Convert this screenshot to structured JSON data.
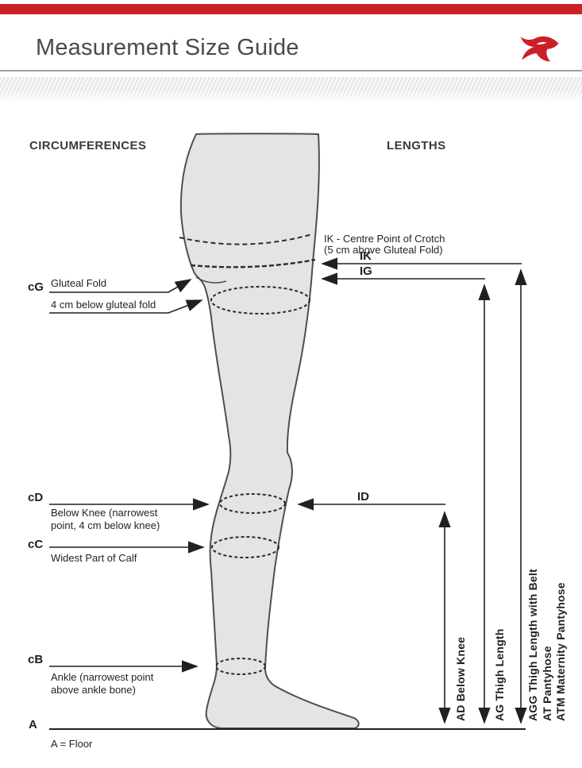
{
  "colors": {
    "accent_red": "#cc2027",
    "leg_fill": "#e4e4e4",
    "leg_outline": "#4f4f51",
    "line_dark": "#231f20",
    "title_gray": "#4a4a4c"
  },
  "header": {
    "title": "Measurement Size Guide",
    "logo_icon": "red-swallow-bird"
  },
  "diagram": {
    "circumferences_heading": "CIRCUMFERENCES",
    "lengths_heading": "LENGTHS",
    "cG": {
      "code": "cG",
      "label1": "Gluteal Fold",
      "label2": "4 cm below gluteal fold"
    },
    "cD": {
      "code": "cD",
      "lines": [
        "Below Knee (narrowest",
        "point, 4 cm below knee)"
      ]
    },
    "cC": {
      "code": "cC",
      "label": "Widest Part of Calf"
    },
    "cB": {
      "code": "cB",
      "lines": [
        "Ankle (narrowest point",
        "above ankle bone)"
      ]
    },
    "floor": {
      "code": "A",
      "label": "A = Floor"
    },
    "IK": {
      "code": "IK",
      "note1": "IK - Centre Point of Crotch",
      "note2": "(5 cm above Gluteal Fold)"
    },
    "IG": {
      "code": "IG"
    },
    "ID": {
      "code": "ID"
    },
    "lengths": {
      "AD": "AD Below Knee",
      "AG": "AG Thigh Length",
      "AGG": "AGG Thigh Length with Belt",
      "AT": "AT Pantyhose",
      "ATM": "ATM Maternity Pantyhose"
    }
  }
}
